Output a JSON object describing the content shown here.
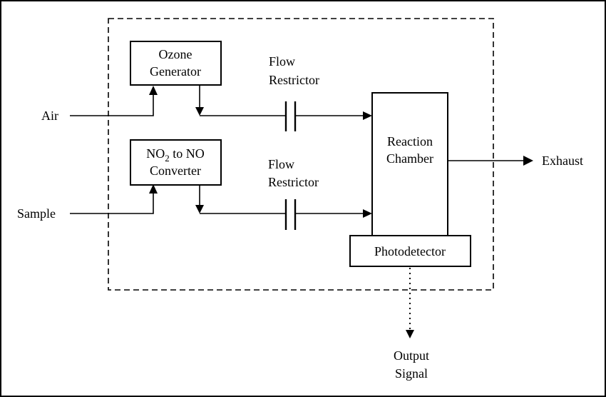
{
  "inputs": {
    "air": "Air",
    "sample": "Sample"
  },
  "blocks": {
    "ozone_generator": [
      "Ozone",
      "Generator"
    ],
    "converter_line1_pre": "NO",
    "converter_line1_sub": "2",
    "converter_line1_post": " to NO",
    "converter_line2": "Converter",
    "reaction_chamber": [
      "Reaction",
      "Chamber"
    ],
    "photodetector": "Photodetector"
  },
  "restrictors": {
    "upper": [
      "Flow",
      "Restrictor"
    ],
    "lower": [
      "Flow",
      "Restrictor"
    ]
  },
  "outputs": {
    "exhaust": "Exhaust",
    "output_signal": [
      "Output",
      "Signal"
    ]
  }
}
